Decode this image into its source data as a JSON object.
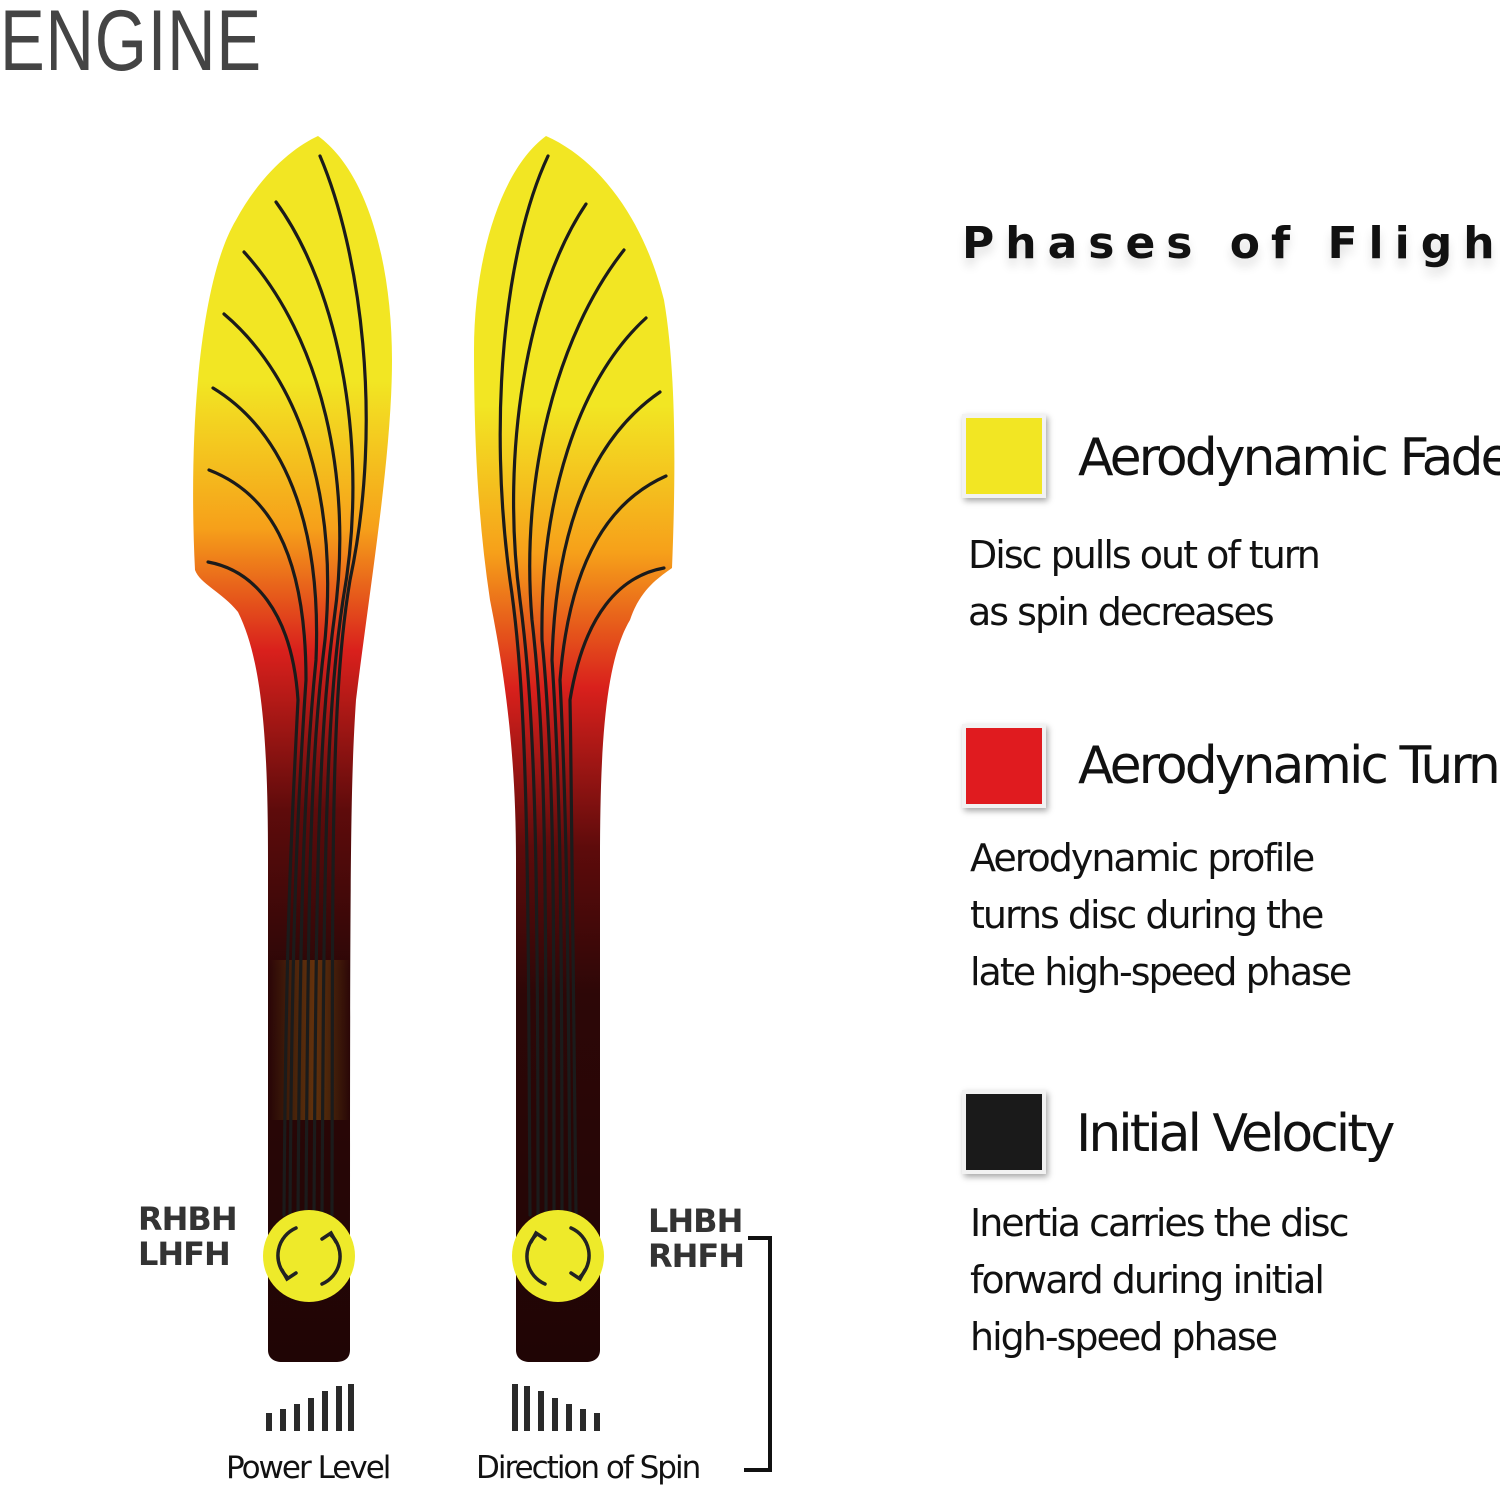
{
  "brand": {
    "name": "ENGINE"
  },
  "legend": {
    "title": "Phases of Flight",
    "phases": [
      {
        "name": "Aerodynamic Fade",
        "color": "#f2e623",
        "description": [
          "Disc pulls out of turn",
          "as spin decreases"
        ]
      },
      {
        "name": "Aerodynamic Turn",
        "color": "#e01b1f",
        "description": [
          "Aerodynamic profile",
          "turns disc during the",
          "late high-speed phase"
        ]
      },
      {
        "name": "Initial Velocity",
        "color": "#1a1a1a",
        "description": [
          "Inertia carries the disc",
          "forward during initial",
          "high-speed phase"
        ]
      }
    ]
  },
  "flight_paths": [
    {
      "grips": [
        "RHBH",
        "LHFH"
      ],
      "spin_icon": "rotate-arrows-icon"
    },
    {
      "grips": [
        "LHBH",
        "RHFH"
      ],
      "spin_icon": "rotate-arrows-icon"
    }
  ],
  "captions": {
    "power": "Power Level",
    "spin": "Direction of Spin"
  },
  "icons": {
    "power": "ascending-bars-icon",
    "spin": "descending-bars-icon"
  }
}
